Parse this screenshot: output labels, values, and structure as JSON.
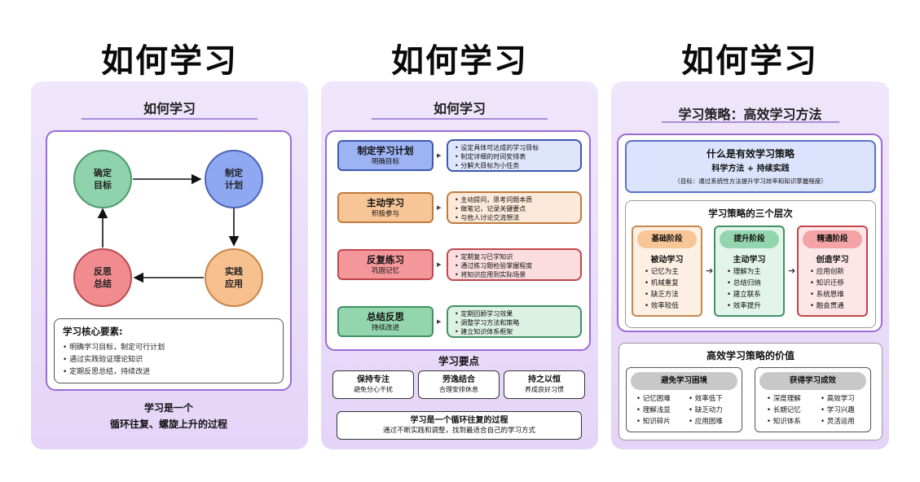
{
  "titles": [
    "如何学习",
    "如何学习",
    "如何学习"
  ],
  "panel1": {
    "heading": "如何学习",
    "nodes": [
      {
        "line1": "确定",
        "line2": "目标",
        "color": "#8fd3ac",
        "stroke": "#4d9a6d"
      },
      {
        "line1": "制定",
        "line2": "计划",
        "color": "#8fa8f2",
        "stroke": "#4d64b6"
      },
      {
        "line1": "实践",
        "line2": "应用",
        "color": "#f7c08f",
        "stroke": "#c6864c"
      },
      {
        "line1": "反思",
        "line2": "总结",
        "color": "#f08b90",
        "stroke": "#b84c52"
      }
    ],
    "core": {
      "title": "学习核心要素:",
      "items": [
        "• 明确学习目标，制定可行计划",
        "• 通过实践验证理论知识",
        "• 定期反思总结，持续改进"
      ]
    },
    "footer": [
      "学习是一个",
      "循环往复、螺旋上升的过程"
    ]
  },
  "panel2": {
    "heading": "如何学习",
    "steps": [
      {
        "title": "制定学习计划",
        "sub": "明确目标",
        "fill": "#9eb3f3",
        "border": "#3f57b0",
        "desc_fill": "#dfe6fc",
        "desc": [
          "• 设定具体可达成的学习目标",
          "• 制定详细的时间安排表",
          "• 分解大目标为小任务"
        ]
      },
      {
        "title": "主动学习",
        "sub": "积极参与",
        "fill": "#f7c596",
        "border": "#c07a3d",
        "desc_fill": "#fce9da",
        "desc": [
          "• 主动提问，思考问题本质",
          "• 做笔记，记录关键要点",
          "• 与他人讨论交流想法"
        ]
      },
      {
        "title": "反复练习",
        "sub": "巩固记忆",
        "fill": "#f3979b",
        "border": "#c2464c",
        "desc_fill": "#fbdde0",
        "desc": [
          "• 定期复习已学知识",
          "• 通过练习题检验掌握程度",
          "• 将知识应用到实际场景"
        ]
      },
      {
        "title": "总结反思",
        "sub": "持续改进",
        "fill": "#93d5ad",
        "border": "#3f9164",
        "desc_fill": "#dcf1e4",
        "desc": [
          "• 定期回顾学习效果",
          "• 调整学习方法和策略",
          "• 建立知识体系框架"
        ]
      }
    ],
    "key_heading": "学习要点",
    "keys": [
      {
        "title": "保持专注",
        "sub": "避免分心干扰"
      },
      {
        "title": "劳逸结合",
        "sub": "合理安排休息"
      },
      {
        "title": "持之以恒",
        "sub": "养成良好习惯"
      }
    ],
    "footer": {
      "title": "学习是一个循环往复的过程",
      "sub": "通过不断实践和调整，找到最适合自己的学习方式"
    }
  },
  "panel3": {
    "heading": "学习策略：高效学习方法",
    "what": {
      "title": "什么是有效学习策略",
      "formula": "科学方法 + 持续实践",
      "note": "（目标：通过系统性方法提升学习效率和知识掌握程度）"
    },
    "tier_heading": "学习策略的三个层次",
    "tiers": [
      {
        "pill": "基础阶段",
        "title": "被动学习",
        "items": [
          "• 记忆为主",
          "• 机械重复",
          "• 缺乏方法",
          "• 效率较低"
        ],
        "border": "#c6864c",
        "fill": "#fdf0e3",
        "pill_fill": "#f7c596"
      },
      {
        "pill": "提升阶段",
        "title": "主动学习",
        "items": [
          "• 理解为主",
          "• 总结归纳",
          "• 建立联系",
          "• 效率提升"
        ],
        "border": "#3f9164",
        "fill": "#e3f5ea",
        "pill_fill": "#93d5ad"
      },
      {
        "pill": "精通阶段",
        "title": "创造学习",
        "items": [
          "• 应用创新",
          "• 知识迁移",
          "• 系统思维",
          "• 融会贯通"
        ],
        "border": "#c2464c",
        "fill": "#fde6e8",
        "pill_fill": "#f3a2a6"
      }
    ],
    "value_heading": "高效学习策略的价值",
    "values": [
      {
        "pill": "避免学习困境",
        "left": [
          "• 记忆困难",
          "• 理解浅显",
          "• 知识碎片"
        ],
        "right": [
          "• 效率低下",
          "• 缺乏动力",
          "• 应用困难"
        ]
      },
      {
        "pill": "获得学习成效",
        "left": [
          "• 深度理解",
          "• 长期记忆",
          "• 知识体系"
        ],
        "right": [
          "• 高效学习",
          "• 学习兴趣",
          "• 灵活运用"
        ]
      }
    ]
  }
}
